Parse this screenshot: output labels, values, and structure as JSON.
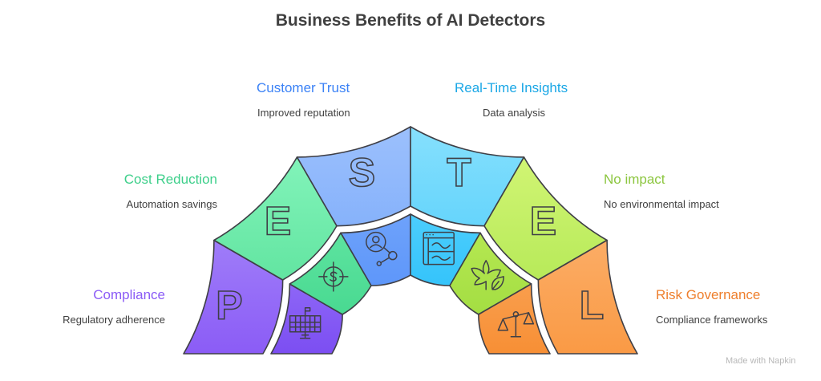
{
  "title": "Business Benefits of AI Detectors",
  "segments": [
    {
      "letter": "P",
      "icon": "government-building-icon",
      "label": "Compliance",
      "sub": "Regulatory adherence",
      "color": "#8b5cf6",
      "light": "#b39dfc",
      "dark": "#8b5cf6",
      "ilight": "#9f7efb",
      "idark": "#7c4ef2"
    },
    {
      "letter": "E",
      "icon": "dollar-target-icon",
      "label": "Cost Reduction",
      "sub": "Automation savings",
      "color": "#3dcf8a",
      "light": "#8af7c0",
      "dark": "#4fdc92",
      "ilight": "#62e6a3",
      "idark": "#3fd48a"
    },
    {
      "letter": "S",
      "icon": "user-network-icon",
      "label": "Customer Trust",
      "sub": "Improved reputation",
      "color": "#3b82f6",
      "light": "#9cc0fc",
      "dark": "#6aa0fa",
      "ilight": "#6ea2fb",
      "idark": "#4f8cf8"
    },
    {
      "letter": "T",
      "icon": "data-dashboard-icon",
      "label": "Real-Time Insights",
      "sub": "Data analysis",
      "color": "#1aa7e6",
      "light": "#86e0fd",
      "dark": "#3cc6fb",
      "ilight": "#4ccefd",
      "idark": "#1fbaf8"
    },
    {
      "letter": "E",
      "icon": "leaf-icon",
      "label": "No impact",
      "sub": "No environmental impact",
      "color": "#8cc63f",
      "light": "#d7f77a",
      "dark": "#a8e44a",
      "ilight": "#b9ea55",
      "idark": "#9bd93b"
    },
    {
      "letter": "L",
      "icon": "balance-scale-icon",
      "label": "Risk Governance",
      "sub": "Compliance frameworks",
      "color": "#ee7f2d",
      "light": "#fdbf86",
      "dark": "#fa9a45",
      "ilight": "#fbad65",
      "idark": "#f78f35"
    }
  ],
  "watermark": "Made with Napkin"
}
